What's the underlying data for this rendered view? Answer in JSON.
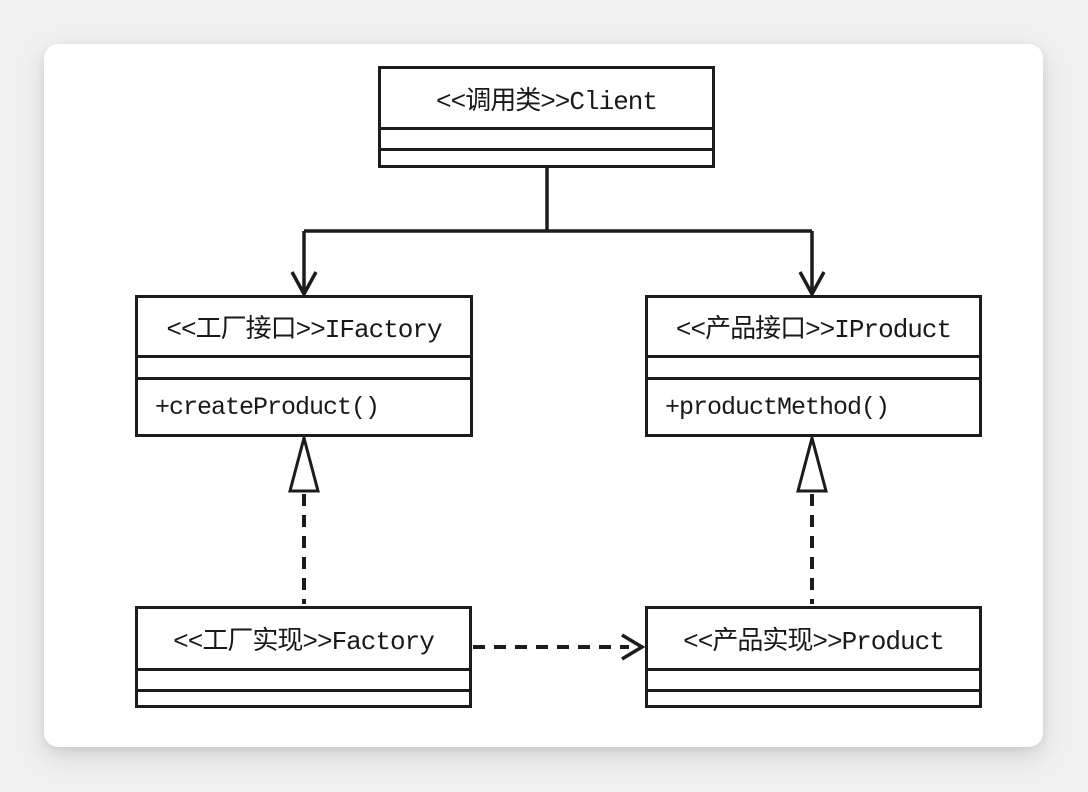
{
  "page": {
    "background_color": "#f1f1f2",
    "card_color": "#ffffff",
    "line_color": "#1c1c1c"
  },
  "diagram": {
    "kind": "uml-class-diagram",
    "pattern": "factory",
    "classes": [
      {
        "id": "client",
        "label": "<<调用类>>Client",
        "attributes": [],
        "methods": []
      },
      {
        "id": "ifactory",
        "label": "<<工厂接口>>IFactory",
        "attributes": [],
        "methods": [
          "+createProduct()"
        ]
      },
      {
        "id": "iproduct",
        "label": "<<产品接口>>IProduct",
        "attributes": [],
        "methods": [
          "+productMethod()"
        ]
      },
      {
        "id": "factory",
        "label": "<<工厂实现>>Factory",
        "attributes": [],
        "methods": []
      },
      {
        "id": "product",
        "label": "<<产品实现>>Product",
        "attributes": [],
        "methods": []
      }
    ],
    "relations": [
      {
        "type": "directed-association",
        "from": "Client",
        "to": "IFactory",
        "line": "solid",
        "arrowhead": "open-v"
      },
      {
        "type": "directed-association",
        "from": "Client",
        "to": "IProduct",
        "line": "solid",
        "arrowhead": "open-v"
      },
      {
        "type": "realization",
        "from": "Factory",
        "to": "IFactory",
        "line": "dashed",
        "arrowhead": "hollow-triangle"
      },
      {
        "type": "realization",
        "from": "Product",
        "to": "IProduct",
        "line": "dashed",
        "arrowhead": "hollow-triangle"
      },
      {
        "type": "dependency",
        "from": "Factory",
        "to": "Product",
        "line": "dashed",
        "arrowhead": "open-chevron"
      }
    ]
  }
}
